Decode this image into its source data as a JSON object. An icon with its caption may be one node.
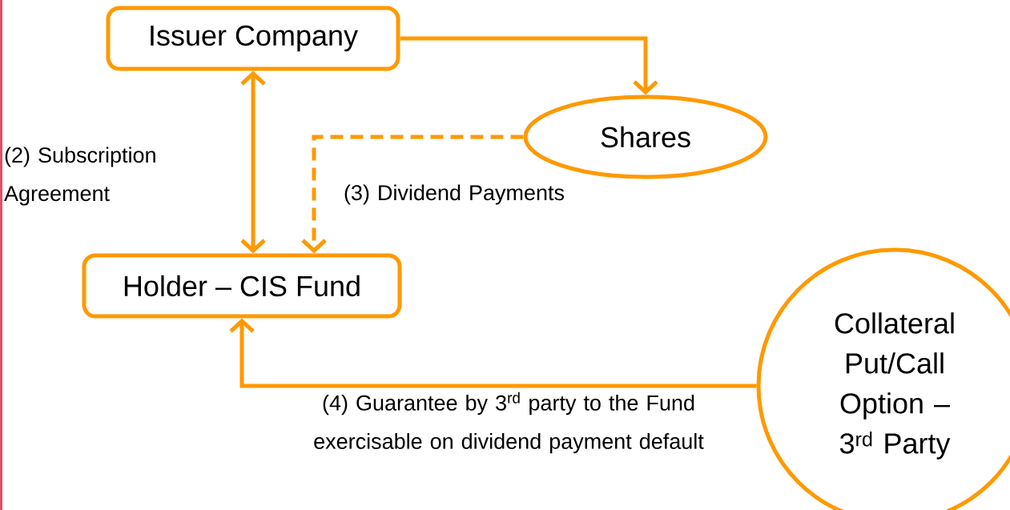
{
  "diagram": {
    "nodes": [
      {
        "text": [
          "Issuer Company"
        ]
      },
      {
        "text": [
          "Shares"
        ]
      },
      {
        "text": [
          "Holder – CIS Fund"
        ]
      },
      {
        "text": [
          "Collateral Put/Call Option – 3$^{rd}$ Party"
        ]
      }
    ],
    "edges": [
      {
        "from": 0,
        "to": 1,
        "arrow": "to"
      },
      {
        "from": 0,
        "to": 2,
        "arrow": "both",
        "label": "(2) Subscription Agreement"
      },
      {
        "from": 1,
        "to": 2,
        "arrow": "to",
        "style": "dashed",
        "label": "(3) Dividend Payments"
      },
      {
        "from": 3,
        "to": 2,
        "arrow": "to",
        "label": "(4) Guarantee by 3$^{rd}$ party to the Fund exercisable on dividend payment default"
      }
    ]
  }
}
